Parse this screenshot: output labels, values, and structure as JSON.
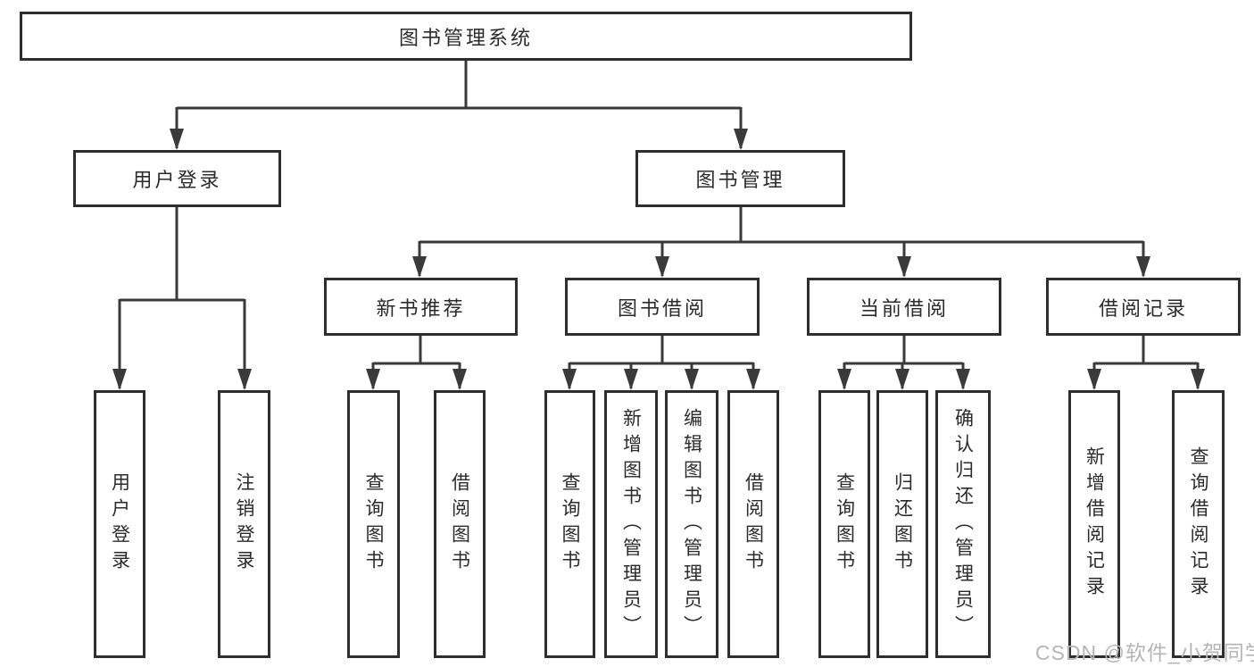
{
  "diagram": {
    "root": {
      "label": "图书管理系统"
    },
    "branches": [
      {
        "label": "用户登录",
        "children": [
          {
            "label": "用户登录"
          },
          {
            "label": "注销登录"
          }
        ]
      },
      {
        "label": "图书管理",
        "children": [
          {
            "label": "新书推荐",
            "children": [
              {
                "label": "查询图书"
              },
              {
                "label": "借阅图书"
              }
            ]
          },
          {
            "label": "图书借阅",
            "children": [
              {
                "label": "查询图书"
              },
              {
                "label": "新增图书（管理员）"
              },
              {
                "label": "编辑图书（管理员）"
              },
              {
                "label": "借阅图书"
              }
            ]
          },
          {
            "label": "当前借阅",
            "children": [
              {
                "label": "查询图书"
              },
              {
                "label": "归还图书"
              },
              {
                "label": "确认归还（管理员）"
              }
            ]
          },
          {
            "label": "借阅记录",
            "children": [
              {
                "label": "新增借阅记录"
              },
              {
                "label": "查询借阅记录"
              }
            ]
          }
        ]
      }
    ]
  },
  "watermark": {
    "text": "CSDN @软件_小贺同学"
  },
  "colors": {
    "line": "#3a3a3a",
    "box_border": "#2e2e2e",
    "text": "#2b2b2b",
    "watermark": "#b5b5b5"
  }
}
